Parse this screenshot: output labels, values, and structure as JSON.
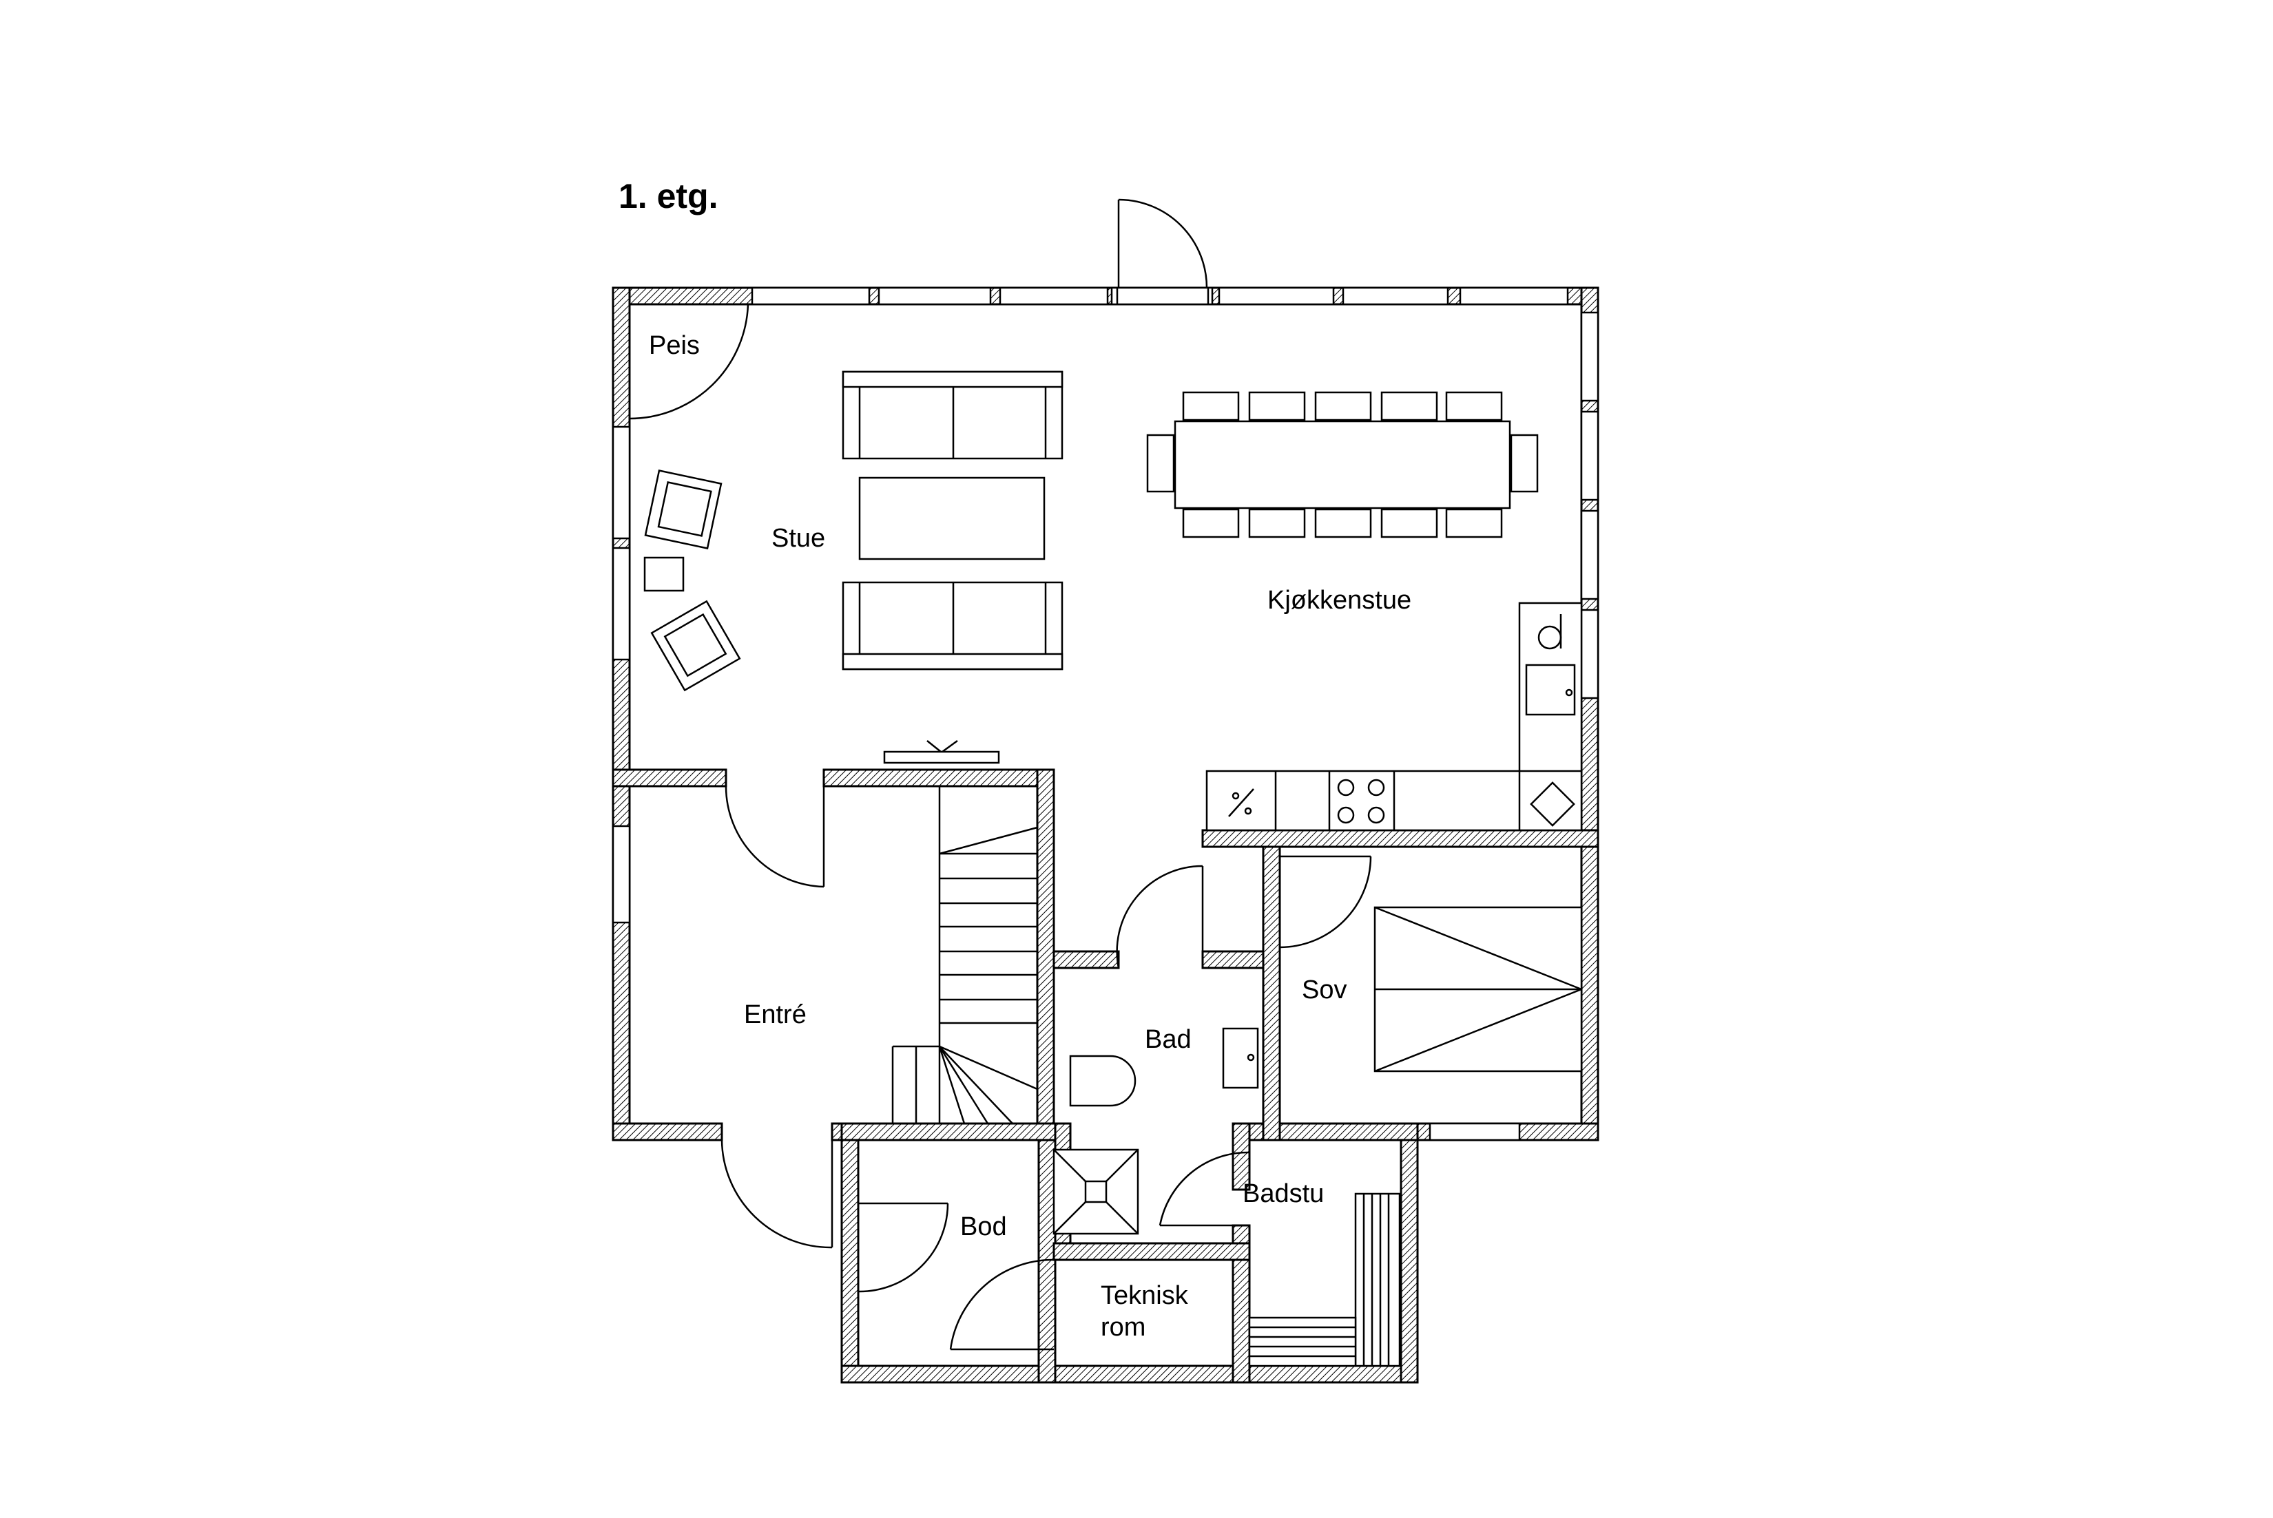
{
  "title": "1. etg.",
  "rooms": {
    "peis": "Peis",
    "stue": "Stue",
    "kjokkenstue": "Kjøkkenstue",
    "entre": "Entré",
    "bad": "Bad",
    "sov": "Sov",
    "bod": "Bod",
    "badstu": "Badstu",
    "teknisk_line1": "Teknisk",
    "teknisk_line2": "rom"
  }
}
